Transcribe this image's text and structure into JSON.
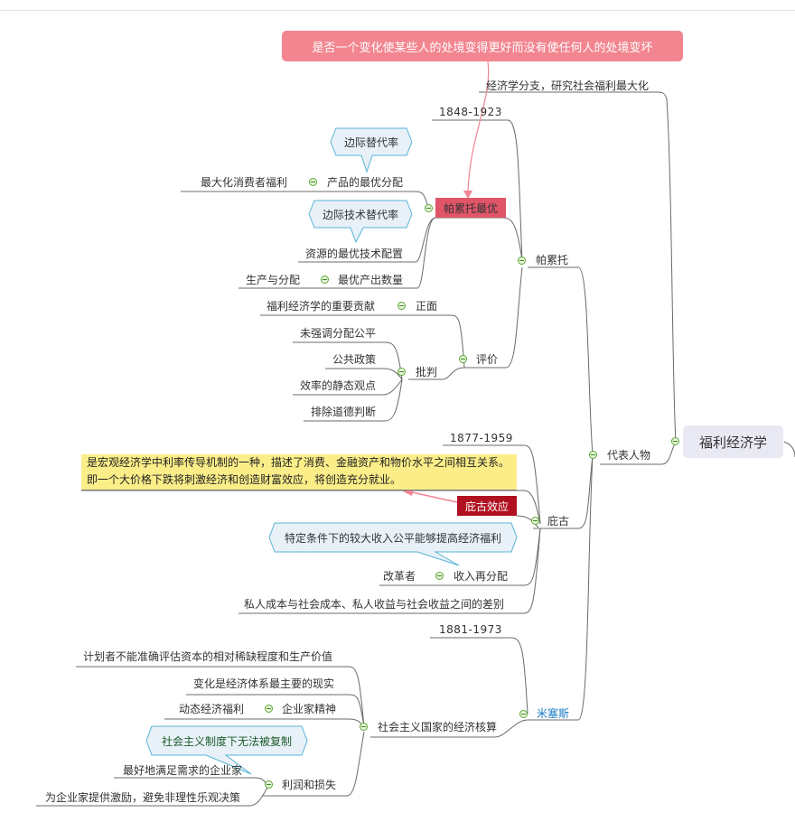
{
  "colors": {
    "callout_pink": "#f2858f",
    "pareto_tag": "#e05568",
    "pigou_tag": "#b01020",
    "note_yellow": "#fbee89",
    "bubble_fill": "#e8f1f8",
    "bubble_border": "#58b4d6",
    "toggle_green": "#5aa832",
    "link_blue": "#1a7cc4",
    "root_fill": "#e8e9f3",
    "line_gray": "#666666"
  },
  "root": {
    "label": "福利经济学",
    "icon": "collapse-icon"
  },
  "callouts": {
    "top_question": "是否一个变化使某些人的处境变得更好而没有使任何人的处境变坏",
    "pigou_effect_note": "是宏观经济学中利率传导机制的一种，描述了消费、金融资产和物价水平之间相互关系。即一个大价格下跌将刺激经济和创造财富效应，将创造充分就业。"
  },
  "definition": "经济学分支，研究社会福利最大化",
  "representatives": {
    "label": "代表人物",
    "pareto": {
      "label": "帕累托",
      "years": "1848-1923",
      "optimal": {
        "label": "帕累托最优",
        "children": [
          {
            "label": "产品的最优分配",
            "detail": "最大化消费者福利",
            "bubble": "边际替代率"
          },
          {
            "label": "资源的最优技术配置",
            "bubble": "边际技术替代率"
          },
          {
            "label": "最优产出数量",
            "detail": "生产与分配"
          }
        ]
      },
      "evaluation": {
        "label": "评价",
        "positive": {
          "label": "正面",
          "detail": "福利经济学的重要贡献"
        },
        "criticism": {
          "label": "批判",
          "items": [
            "未强调分配公平",
            "公共政策",
            "效率的静态观点",
            "排除道德判断"
          ]
        }
      }
    },
    "pigou": {
      "label": "庇古",
      "years": "1877-1959",
      "effect_tag": "庇古效应",
      "redistribution": {
        "label": "收入再分配",
        "detail": "改革者",
        "bubble": "特定条件下的较大收入公平能够提高经济福利"
      },
      "externality": "私人成本与社会成本、私人收益与社会收益之间的差别"
    },
    "mises": {
      "label": "米塞斯",
      "years": "1881-1973",
      "calculation": {
        "label": "社会主义国家的经济核算",
        "items": [
          "计划者不能准确评估资本的相对稀缺程度和生产价值",
          "变化是经济体系最主要的现实"
        ],
        "entrepreneurship": {
          "label": "企业家精神",
          "detail": "动态经济福利"
        },
        "profit_loss": {
          "label": "利润和损失",
          "bubble": "社会主义制度下无法被复制",
          "items": [
            "最好地满足需求的企业家",
            "为企业家提供激励，避免非理性乐观决策"
          ]
        }
      }
    }
  }
}
